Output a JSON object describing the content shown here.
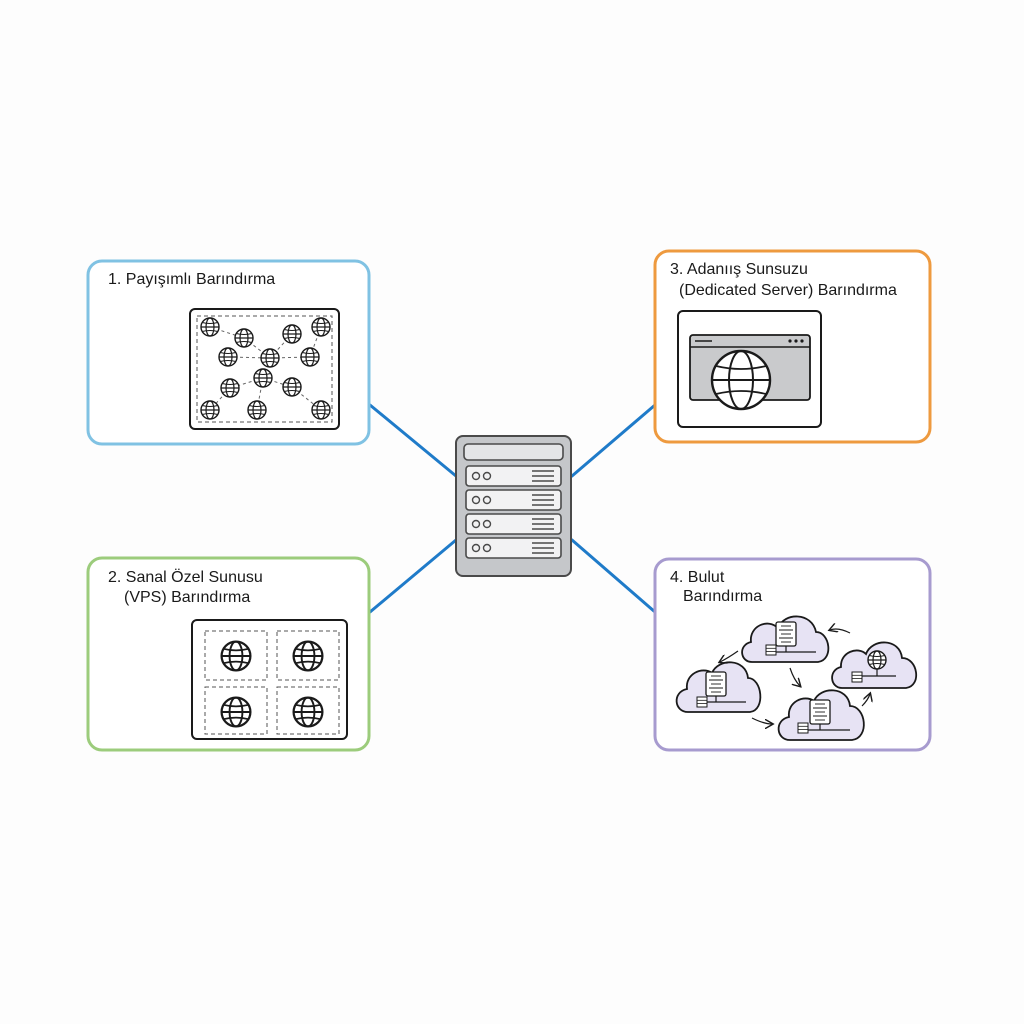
{
  "colors": {
    "connector": "#1f7bc9",
    "shared_border": "#80c2e3",
    "vps_border": "#9ccc7c",
    "dedicated_border": "#ee9a3f",
    "cloud_border": "#a79bcf",
    "cloud_fill": "#e7e3f4",
    "server_body": "#c5c7ca",
    "ink": "#1a1a1a"
  },
  "center": {
    "icon": "rack-server-icon",
    "units": 4
  },
  "shared": {
    "title": "1. Payışımlı Barındırma",
    "icon": "shared-websites-grid-icon",
    "globe_count": 13
  },
  "vps": {
    "title_line1": "2. Sanal Özel Sunusu",
    "title_line2": "(VPS) Barındırma",
    "icon": "partitioned-server-icon",
    "partitions": 4
  },
  "dedicated": {
    "title_line1": "3. Adanıış Sunsuzu",
    "title_line2": "(Dedicated Server) Barındırma",
    "icon": "browser-window-globe-icon"
  },
  "cloud": {
    "title_line1": "4. Bulut",
    "title_line2": "Barındırma",
    "icon": "cloud-servers-icon",
    "cloud_count": 4
  }
}
